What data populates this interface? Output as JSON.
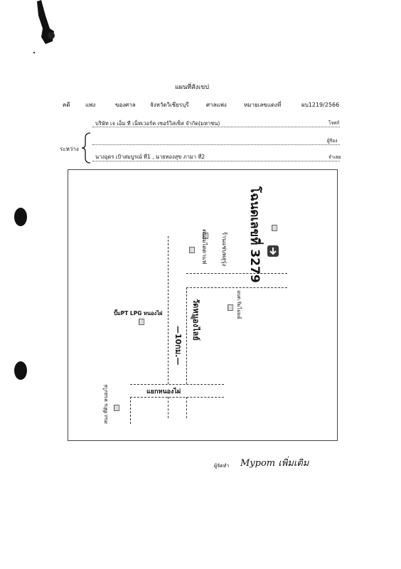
{
  "header": {
    "title": "แผนที่สังเขป",
    "case_label": "คดี",
    "civil": "แพ่ง",
    "court_label": "ของศาล",
    "province": "จังหวัดวิเชียรบุรี",
    "court": "ศาลแพ่ง",
    "number_label": "หมายเลขแดงที่",
    "number": "ผบ1219/2566"
  },
  "parties": {
    "plaintiff_name": "บริษัท เจ เอ็ม ที เน็ทเวอร์ค เซอร์วิสเซ็ส จำกัด(มหาชน)",
    "plaintiff_role": "โจทก์",
    "between_label": "ระหว่าง",
    "middle_role": "ผู้ร้อง",
    "defendant_name": "นางอุดร เป้าสมบูรณ์ ที่1 , นายทองสุข ภามา ที่2",
    "defendant_role": "จำเลย"
  },
  "map": {
    "deed": "โฉนดเลขที่ 3279",
    "shop": "ร้านแซ่บพสุรุ่ง",
    "school": "ตรอมไดดาแฟ",
    "gas": "ปั๊มPT LPG หนองไผ่",
    "temple": "วัดหนองไลย์",
    "village": "อบต.รัมไมมย์",
    "distance": "—10กม.—",
    "junction": "แยกหนองไผ่",
    "office": "สนง.ที่ดิน หนองไผ่"
  },
  "footer": {
    "maker_label": "ผู้จัดทำ",
    "signature": "Mypom เพิ่มเติม"
  }
}
